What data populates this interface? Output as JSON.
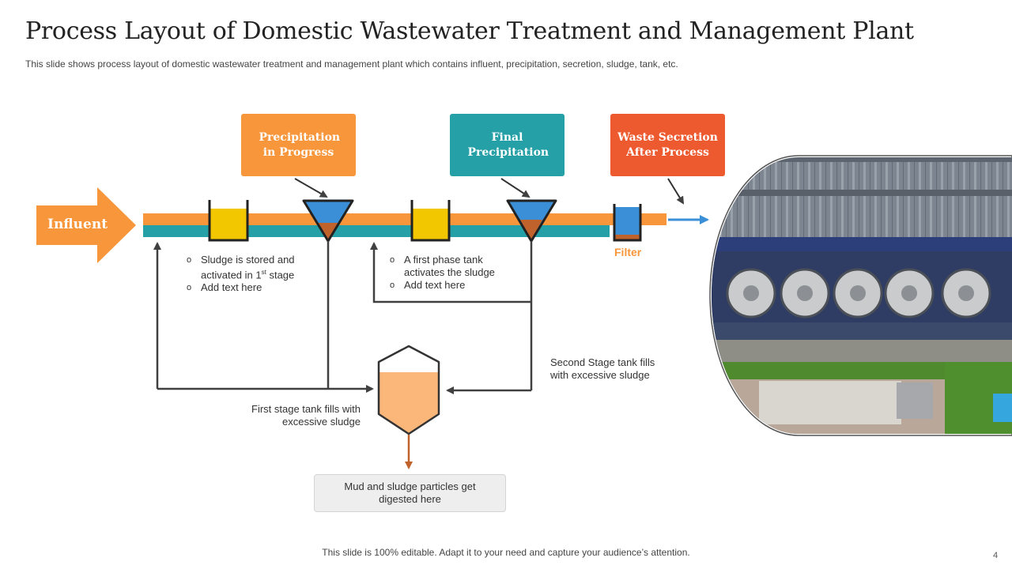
{
  "slide": {
    "title": "Process Layout of Domestic Wastewater Treatment and Management Plant",
    "subtitle": "This slide shows process layout of domestic wastewater treatment and management plant which contains influent, precipitation, secretion, sludge, tank, etc.",
    "footer": "This slide is 100% editable. Adapt it to your need and capture your audience’s attention.",
    "page_number": "4"
  },
  "flow": {
    "influent_label": "Influent",
    "filter_label": "Filter"
  },
  "callouts": {
    "precipitation": "Precipitation in Progress",
    "final": "Final Precipitation",
    "waste": "Waste Secretion After Process"
  },
  "stage1_bullets": {
    "item1_main": "Sludge is stored and activated in 1",
    "item1_sup": "st",
    "item1_tail": " stage",
    "item2": "Add text here"
  },
  "stage2_bullets": {
    "item1": "A first phase tank activates the sludge",
    "item2": "Add text here"
  },
  "notes": {
    "second_stage": "Second Stage tank fills with excessive sludge",
    "first_stage": "First stage tank fills with excessive sludge",
    "digestion": "Mud and sludge particles get digested here"
  },
  "colors": {
    "orange": "#f7963a",
    "teal": "#26a0a7",
    "red_orange": "#ee5a2f",
    "yellow": "#f3c700",
    "blue": "#3a8fd6",
    "sludge_tank": "#fbb77a"
  },
  "photo": {
    "icon": "aerial-wastewater-plant-photo"
  }
}
